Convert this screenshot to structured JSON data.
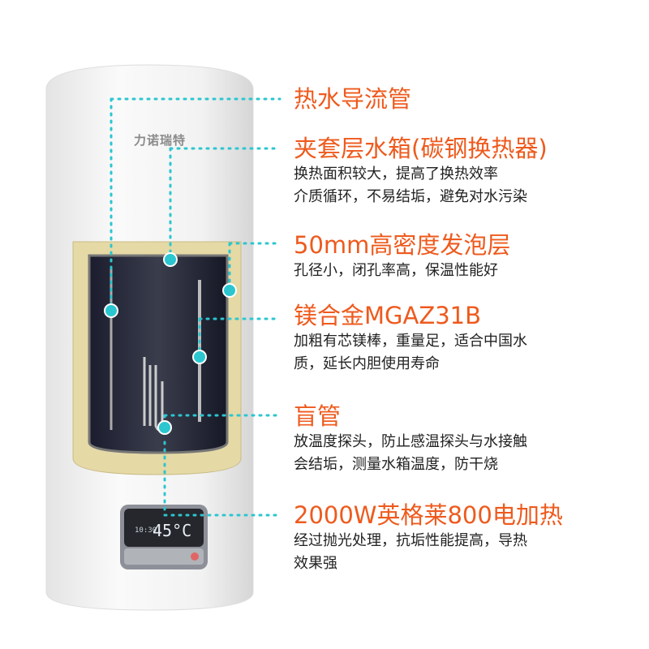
{
  "brand": "力诺瑞特",
  "display": {
    "temperature": "45°C",
    "time": "10:30"
  },
  "colors": {
    "accent": "#ee5a1d",
    "leader": "#2bc6d0",
    "frame": "#e5d9a6"
  },
  "callouts": [
    {
      "title": "热水导流管",
      "desc": []
    },
    {
      "title": "夹套层水箱(碳钢换热器)",
      "desc": [
        "换热面积较大，提高了换热效率",
        "介质循环，不易结垢，避免对水污染"
      ]
    },
    {
      "title": "50mm高密度发泡层",
      "desc": [
        "孔径小，闭孔率高，保温性能好"
      ]
    },
    {
      "title": "镁合金MGAZ31B",
      "desc": [
        "加粗有芯镁棒，重量足，适合中国水",
        "质，延长内胆使用寿命"
      ]
    },
    {
      "title": "盲管",
      "desc": [
        "放温度探头，防止感温探头与水接触",
        "会结垢，测量水箱温度，防干烧"
      ]
    },
    {
      "title": "2000W英格莱800电加热",
      "desc": [
        "经过抛光处理，抗垢性能提高，导热",
        "效果强"
      ]
    }
  ]
}
